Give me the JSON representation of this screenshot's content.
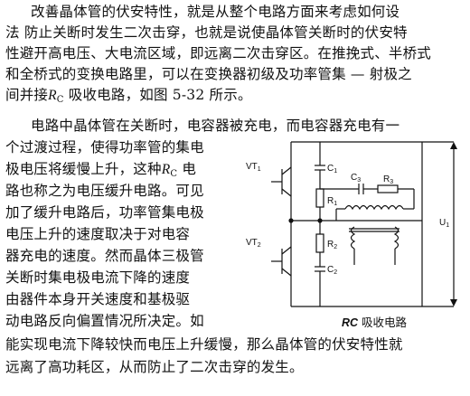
{
  "paragraph1": {
    "line1": "改善晶体管的伏安特性，就是从整个电路方面来考虑如何设",
    "line2": "法 防止关断时发生二次击穿，也就是说使晶体管关断时的伏安特",
    "line3": "性避开高电压、大电流区域，即远离二次击穿区。在推挽式、半桥式",
    "line4": "和全桥式的变换电路里，可以在变换器初级及功率管集 — 射极之",
    "line5_a": "间并接",
    "line5_r": "R",
    "line5_sub": "C",
    "line5_b": " 吸收电路，如图 5-32 所示。"
  },
  "paragraph2": {
    "line1": "电路中晶体管在关断时，电容器被充电，而电容器充电有一",
    "line2": "个过渡过程，使得功率管的集电",
    "line3_a": "极电压将缓慢上升，这种",
    "line3_r": "R",
    "line3_sub": "C",
    "line3_b": " 电",
    "line4": "路也称之为电压缓升电路。可见",
    "line5": "加了缓升电路后，功率管集电极",
    "line6": "电压上升的速度取决于对电容",
    "line7": "器充电的速度。然而晶体三极管",
    "line8": "关断时集电极电流下降的速度",
    "line9": "由器件本身开关速度和基极驱",
    "line10": "动电路反向偏置情况所决定。如",
    "line11": "能实现电流下降较快而电压上升缓慢，那么晶体管的伏安特性就",
    "line12": "远离了高功耗区，从而防止了二次击穿的发生。"
  },
  "figure": {
    "caption_rc": "RC",
    "caption_text": " 吸收电路",
    "labels": {
      "vt1": "VT",
      "vt1_sub": "1",
      "vt2": "VT",
      "vt2_sub": "2",
      "c1": "C",
      "c1_sub": "1",
      "c2": "C",
      "c2_sub": "2",
      "c3": "C",
      "c3_sub": "3",
      "r1": "R",
      "r1_sub": "1",
      "r2": "R",
      "r2_sub": "2",
      "r3": "R",
      "r3_sub": "3",
      "u": "U",
      "u_sub": "1"
    }
  }
}
